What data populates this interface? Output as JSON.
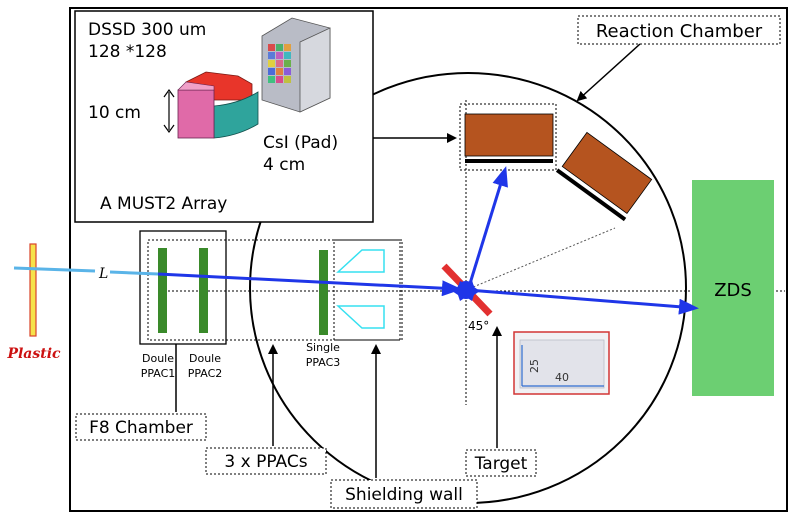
{
  "inset": {
    "dssd_line1": "DSSD 300 um",
    "dssd_line2": "128 *128",
    "height_label": "10 cm",
    "csi_line1": "CsI (Pad)",
    "csi_line2": "4 cm",
    "array_label": "A MUST2 Array"
  },
  "labels": {
    "reaction_chamber": "Reaction Chamber",
    "zds": "ZDS",
    "plastic": "Plastic",
    "l_symbol": "L",
    "ppac1_line1": "Doule",
    "ppac1_line2": "PPAC1",
    "ppac2_line1": "Doule",
    "ppac2_line2": "PPAC2",
    "ppac3_line1": "Single",
    "ppac3_line2": "PPAC3",
    "f8_chamber": "F8 Chamber",
    "three_ppacs": "3 x PPACs",
    "shielding_wall": "Shielding wall",
    "target": "Target",
    "angle": "45°",
    "photo_dim_h": "25",
    "photo_dim_w": "40"
  },
  "colors": {
    "beam": "#1f36e8",
    "beam_light": "#5ab4e8",
    "ppac": "#3a8a2a",
    "zds": "#6ccf72",
    "detector": "#b5541f",
    "target": "#e23030",
    "plastic_fill": "#f6e24a",
    "plastic_edge": "#d9442a",
    "plastic_text": "#cc1111",
    "shield": "#36e0f0"
  }
}
